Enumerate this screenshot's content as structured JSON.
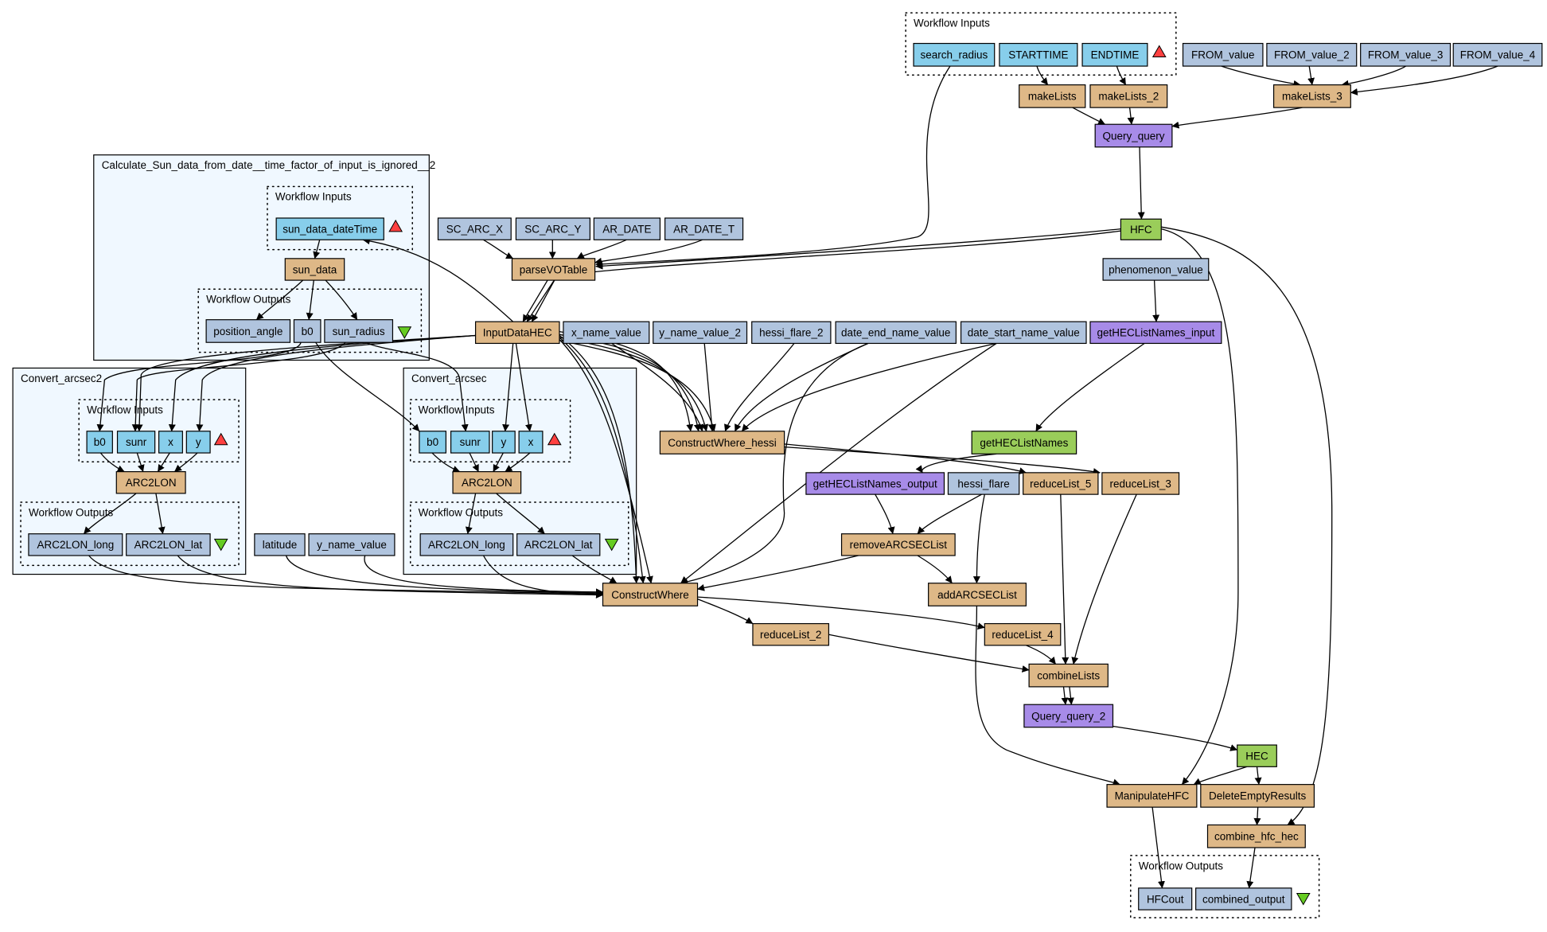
{
  "colors": {
    "input_port": "#87ceeb",
    "constant": "#b0c4de",
    "processor": "#deb887",
    "query": "#a78be8",
    "xml_splitter": "#9acd5a",
    "output_port": "#b0c4de",
    "subworkflow_fill": "#f0f8ff",
    "input_marker": "#ff4040",
    "output_marker": "#66cc22"
  },
  "clusters": [
    {
      "id": "wf_inputs_top",
      "label": "Workflow Inputs",
      "style": "dotted"
    },
    {
      "id": "calc_sun",
      "label": "Calculate_Sun_data_from_date__time_factor_of_input_is_ignored__2",
      "style": "solid"
    },
    {
      "id": "calc_sun_inputs",
      "label": "Workflow Inputs",
      "style": "dotted"
    },
    {
      "id": "calc_sun_outputs",
      "label": "Workflow Outputs",
      "style": "dotted"
    },
    {
      "id": "conv2",
      "label": "Convert_arcsec2",
      "style": "solid"
    },
    {
      "id": "conv2_inputs",
      "label": "Workflow Inputs",
      "style": "dotted"
    },
    {
      "id": "conv2_outputs",
      "label": "Workflow Outputs",
      "style": "dotted"
    },
    {
      "id": "conv",
      "label": "Convert_arcsec",
      "style": "solid"
    },
    {
      "id": "conv_inputs",
      "label": "Workflow Inputs",
      "style": "dotted"
    },
    {
      "id": "conv_outputs",
      "label": "Workflow Outputs",
      "style": "dotted"
    },
    {
      "id": "wf_outputs_bottom",
      "label": "Workflow Outputs",
      "style": "dotted"
    }
  ],
  "nodes": [
    {
      "id": "search_radius",
      "label": "search_radius",
      "type": "input_port"
    },
    {
      "id": "STARTTIME",
      "label": "STARTTIME",
      "type": "input_port"
    },
    {
      "id": "ENDTIME",
      "label": "ENDTIME",
      "type": "input_port"
    },
    {
      "id": "FROM_value",
      "label": "FROM_value",
      "type": "constant"
    },
    {
      "id": "FROM_value_2",
      "label": "FROM_value_2",
      "type": "constant"
    },
    {
      "id": "FROM_value_3",
      "label": "FROM_value_3",
      "type": "constant"
    },
    {
      "id": "FROM_value_4",
      "label": "FROM_value_4",
      "type": "constant"
    },
    {
      "id": "makeLists",
      "label": "makeLists",
      "type": "processor"
    },
    {
      "id": "makeLists_2",
      "label": "makeLists_2",
      "type": "processor"
    },
    {
      "id": "makeLists_3",
      "label": "makeLists_3",
      "type": "processor"
    },
    {
      "id": "Query_query",
      "label": "Query_query",
      "type": "query"
    },
    {
      "id": "HFC",
      "label": "HFC",
      "type": "xml_splitter"
    },
    {
      "id": "sun_data_dateTime",
      "label": "sun_data_dateTime",
      "type": "input_port"
    },
    {
      "id": "sun_data",
      "label": "sun_data",
      "type": "processor"
    },
    {
      "id": "position_angle",
      "label": "position_angle",
      "type": "output_port"
    },
    {
      "id": "b0_out",
      "label": "b0",
      "type": "output_port"
    },
    {
      "id": "sun_radius",
      "label": "sun_radius",
      "type": "output_port"
    },
    {
      "id": "SC_ARC_X",
      "label": "SC_ARC_X",
      "type": "constant"
    },
    {
      "id": "SC_ARC_Y",
      "label": "SC_ARC_Y",
      "type": "constant"
    },
    {
      "id": "AR_DATE",
      "label": "AR_DATE",
      "type": "constant"
    },
    {
      "id": "AR_DATE_T",
      "label": "AR_DATE_T",
      "type": "constant"
    },
    {
      "id": "parseVOTable",
      "label": "parseVOTable",
      "type": "processor"
    },
    {
      "id": "phenomenon_value",
      "label": "phenomenon_value",
      "type": "constant"
    },
    {
      "id": "InputDataHEC",
      "label": "InputDataHEC",
      "type": "processor"
    },
    {
      "id": "x_name_value",
      "label": "x_name_value",
      "type": "constant"
    },
    {
      "id": "y_name_value_2",
      "label": "y_name_value_2",
      "type": "constant"
    },
    {
      "id": "hessi_flare_2",
      "label": "hessi_flare_2",
      "type": "constant"
    },
    {
      "id": "date_end_name_value",
      "label": "date_end_name_value",
      "type": "constant"
    },
    {
      "id": "date_start_name_value",
      "label": "date_start_name_value",
      "type": "constant"
    },
    {
      "id": "getHECListNames_input",
      "label": "getHECListNames_input",
      "type": "query"
    },
    {
      "id": "c2_b0",
      "label": "b0",
      "type": "input_port"
    },
    {
      "id": "c2_sunr",
      "label": "sunr",
      "type": "input_port"
    },
    {
      "id": "c2_x",
      "label": "x",
      "type": "input_port"
    },
    {
      "id": "c2_y",
      "label": "y",
      "type": "input_port"
    },
    {
      "id": "c2_ARC2LON",
      "label": "ARC2LON",
      "type": "processor"
    },
    {
      "id": "c2_long",
      "label": "ARC2LON_long",
      "type": "output_port"
    },
    {
      "id": "c2_lat",
      "label": "ARC2LON_lat",
      "type": "output_port"
    },
    {
      "id": "c1_b0",
      "label": "b0",
      "type": "input_port"
    },
    {
      "id": "c1_sunr",
      "label": "sunr",
      "type": "input_port"
    },
    {
      "id": "c1_y",
      "label": "y",
      "type": "input_port"
    },
    {
      "id": "c1_x",
      "label": "x",
      "type": "input_port"
    },
    {
      "id": "c1_ARC2LON",
      "label": "ARC2LON",
      "type": "processor"
    },
    {
      "id": "c1_long",
      "label": "ARC2LON_long",
      "type": "output_port"
    },
    {
      "id": "c1_lat",
      "label": "ARC2LON_lat",
      "type": "output_port"
    },
    {
      "id": "ConstructWhere_hessi",
      "label": "ConstructWhere_hessi",
      "type": "processor"
    },
    {
      "id": "getHECListNames",
      "label": "getHECListNames",
      "type": "xml_splitter"
    },
    {
      "id": "getHECListNames_output",
      "label": "getHECListNames_output",
      "type": "query"
    },
    {
      "id": "hessi_flare",
      "label": "hessi_flare",
      "type": "constant"
    },
    {
      "id": "reduceList_5",
      "label": "reduceList_5",
      "type": "processor"
    },
    {
      "id": "reduceList_3",
      "label": "reduceList_3",
      "type": "processor"
    },
    {
      "id": "latitude",
      "label": "latitude",
      "type": "constant"
    },
    {
      "id": "y_name_value",
      "label": "y_name_value",
      "type": "constant"
    },
    {
      "id": "removeARCSECList",
      "label": "removeARCSECList",
      "type": "processor"
    },
    {
      "id": "ConstructWhere",
      "label": "ConstructWhere",
      "type": "processor"
    },
    {
      "id": "addARCSECList",
      "label": "addARCSECList",
      "type": "processor"
    },
    {
      "id": "reduceList_2",
      "label": "reduceList_2",
      "type": "processor"
    },
    {
      "id": "reduceList_4",
      "label": "reduceList_4",
      "type": "processor"
    },
    {
      "id": "combineLists",
      "label": "combineLists",
      "type": "processor"
    },
    {
      "id": "Query_query_2",
      "label": "Query_query_2",
      "type": "query"
    },
    {
      "id": "HEC",
      "label": "HEC",
      "type": "xml_splitter"
    },
    {
      "id": "ManipulateHFC",
      "label": "ManipulateHFC",
      "type": "processor"
    },
    {
      "id": "DeleteEmptyResults",
      "label": "DeleteEmptyResults",
      "type": "processor"
    },
    {
      "id": "combine_hfc_hec",
      "label": "combine_hfc_hec",
      "type": "processor"
    },
    {
      "id": "HFCout",
      "label": "HFCout",
      "type": "output_port"
    },
    {
      "id": "combined_output",
      "label": "combined_output",
      "type": "output_port"
    }
  ],
  "edges": [
    {
      "from": "STARTTIME",
      "to": "makeLists"
    },
    {
      "from": "ENDTIME",
      "to": "makeLists_2"
    },
    {
      "from": "FROM_value",
      "to": "makeLists_3"
    },
    {
      "from": "FROM_value_2",
      "to": "makeLists_3"
    },
    {
      "from": "FROM_value_3",
      "to": "makeLists_3"
    },
    {
      "from": "FROM_value_4",
      "to": "makeLists_3"
    },
    {
      "from": "makeLists",
      "to": "Query_query"
    },
    {
      "from": "makeLists_2",
      "to": "Query_query"
    },
    {
      "from": "makeLists_3",
      "to": "Query_query"
    },
    {
      "from": "Query_query",
      "to": "HFC"
    },
    {
      "from": "search_radius",
      "to": "parseVOTable"
    },
    {
      "from": "HFC",
      "to": "parseVOTable"
    },
    {
      "from": "HFC",
      "to": "InputDataHEC"
    },
    {
      "from": "HFC",
      "to": "ManipulateHFC"
    },
    {
      "from": "HFC",
      "to": "combine_hfc_hec"
    },
    {
      "from": "SC_ARC_X",
      "to": "parseVOTable"
    },
    {
      "from": "SC_ARC_Y",
      "to": "parseVOTable"
    },
    {
      "from": "AR_DATE",
      "to": "parseVOTable"
    },
    {
      "from": "AR_DATE_T",
      "to": "parseVOTable"
    },
    {
      "from": "parseVOTable",
      "to": "InputDataHEC"
    },
    {
      "from": "parseVOTable",
      "to": "InputDataHEC"
    },
    {
      "from": "InputDataHEC",
      "to": "sun_data_dateTime"
    },
    {
      "from": "sun_data_dateTime",
      "to": "sun_data"
    },
    {
      "from": "sun_data",
      "to": "position_angle"
    },
    {
      "from": "sun_data",
      "to": "b0_out"
    },
    {
      "from": "sun_data",
      "to": "sun_radius"
    },
    {
      "from": "b0_out",
      "to": "c2_b0"
    },
    {
      "from": "sun_radius",
      "to": "c2_sunr"
    },
    {
      "from": "b0_out",
      "to": "c1_b0"
    },
    {
      "from": "sun_radius",
      "to": "c1_sunr"
    },
    {
      "from": "InputDataHEC",
      "to": "c2_sunr"
    },
    {
      "from": "InputDataHEC",
      "to": "c2_x"
    },
    {
      "from": "InputDataHEC",
      "to": "c2_y"
    },
    {
      "from": "InputDataHEC",
      "to": "c1_y"
    },
    {
      "from": "InputDataHEC",
      "to": "c1_x"
    },
    {
      "from": "c2_b0",
      "to": "c2_ARC2LON"
    },
    {
      "from": "c2_sunr",
      "to": "c2_ARC2LON"
    },
    {
      "from": "c2_x",
      "to": "c2_ARC2LON"
    },
    {
      "from": "c2_y",
      "to": "c2_ARC2LON"
    },
    {
      "from": "c2_ARC2LON",
      "to": "c2_long"
    },
    {
      "from": "c2_ARC2LON",
      "to": "c2_lat"
    },
    {
      "from": "c1_b0",
      "to": "c1_ARC2LON"
    },
    {
      "from": "c1_sunr",
      "to": "c1_ARC2LON"
    },
    {
      "from": "c1_y",
      "to": "c1_ARC2LON"
    },
    {
      "from": "c1_x",
      "to": "c1_ARC2LON"
    },
    {
      "from": "c1_ARC2LON",
      "to": "c1_long"
    },
    {
      "from": "c1_ARC2LON",
      "to": "c1_lat"
    },
    {
      "from": "InputDataHEC",
      "to": "ConstructWhere_hessi"
    },
    {
      "from": "InputDataHEC",
      "to": "ConstructWhere_hessi"
    },
    {
      "from": "InputDataHEC",
      "to": "ConstructWhere_hessi"
    },
    {
      "from": "InputDataHEC",
      "to": "ConstructWhere_hessi"
    },
    {
      "from": "x_name_value",
      "to": "ConstructWhere_hessi"
    },
    {
      "from": "y_name_value_2",
      "to": "ConstructWhere_hessi"
    },
    {
      "from": "hessi_flare_2",
      "to": "ConstructWhere_hessi"
    },
    {
      "from": "date_end_name_value",
      "to": "ConstructWhere_hessi"
    },
    {
      "from": "date_start_name_value",
      "to": "ConstructWhere_hessi"
    },
    {
      "from": "InputDataHEC",
      "to": "ConstructWhere"
    },
    {
      "from": "InputDataHEC",
      "to": "ConstructWhere"
    },
    {
      "from": "InputDataHEC",
      "to": "ConstructWhere"
    },
    {
      "from": "date_end_name_value",
      "to": "ConstructWhere"
    },
    {
      "from": "date_start_name_value",
      "to": "ConstructWhere"
    },
    {
      "from": "c2_long",
      "to": "ConstructWhere"
    },
    {
      "from": "c2_lat",
      "to": "ConstructWhere"
    },
    {
      "from": "c1_long",
      "to": "ConstructWhere"
    },
    {
      "from": "c1_lat",
      "to": "ConstructWhere"
    },
    {
      "from": "latitude",
      "to": "ConstructWhere"
    },
    {
      "from": "y_name_value",
      "to": "ConstructWhere"
    },
    {
      "from": "removeARCSECList",
      "to": "ConstructWhere"
    },
    {
      "from": "phenomenon_value",
      "to": "getHECListNames_input"
    },
    {
      "from": "getHECListNames_input",
      "to": "getHECListNames"
    },
    {
      "from": "getHECListNames",
      "to": "getHECListNames_output"
    },
    {
      "from": "getHECListNames_output",
      "to": "removeARCSECList"
    },
    {
      "from": "hessi_flare",
      "to": "removeARCSECList"
    },
    {
      "from": "hessi_flare",
      "to": "addARCSECList"
    },
    {
      "from": "removeARCSECList",
      "to": "addARCSECList"
    },
    {
      "from": "ConstructWhere_hessi",
      "to": "reduceList_5"
    },
    {
      "from": "ConstructWhere_hessi",
      "to": "reduceList_3"
    },
    {
      "from": "ConstructWhere",
      "to": "reduceList_2"
    },
    {
      "from": "ConstructWhere",
      "to": "reduceList_4"
    },
    {
      "from": "reduceList_5",
      "to": "combineLists"
    },
    {
      "from": "reduceList_3",
      "to": "combineLists"
    },
    {
      "from": "reduceList_2",
      "to": "combineLists"
    },
    {
      "from": "reduceList_4",
      "to": "combineLists"
    },
    {
      "from": "combineLists",
      "to": "Query_query_2"
    },
    {
      "from": "combineLists",
      "to": "Query_query_2"
    },
    {
      "from": "Query_query_2",
      "to": "HEC"
    },
    {
      "from": "HEC",
      "to": "ManipulateHFC"
    },
    {
      "from": "HEC",
      "to": "DeleteEmptyResults"
    },
    {
      "from": "addARCSECList",
      "to": "ManipulateHFC"
    },
    {
      "from": "DeleteEmptyResults",
      "to": "combine_hfc_hec"
    },
    {
      "from": "ManipulateHFC",
      "to": "HFCout"
    },
    {
      "from": "combine_hfc_hec",
      "to": "combined_output"
    }
  ]
}
